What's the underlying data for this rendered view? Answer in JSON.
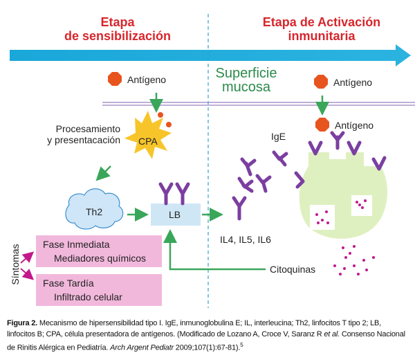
{
  "stages": {
    "left": [
      "Etapa",
      "de sensibilización"
    ],
    "right": [
      "Etapa de Activación",
      "inmunitaria"
    ]
  },
  "surface": [
    "Superficie",
    "mucosa"
  ],
  "antigen_label": "Antígeno",
  "processing_label": [
    "Procesamiento",
    "y presentacación"
  ],
  "cpa_label": "CPA",
  "th2_label": "Th2",
  "lb_label": "LB",
  "ige_label": "IgE",
  "interleukins_label": "IL4, IL5, IL6",
  "cytokines_label": "Citoquinas",
  "symptoms_label": "Síntomas",
  "phase_immediate": [
    "Fase Inmediata",
    "Mediadores químicos"
  ],
  "phase_late": [
    "Fase Tardía",
    "Infiltrado celular"
  ],
  "caption": {
    "figure": "Figura 2.",
    "text1": " Mecanismo de hipersensibilidad tipo I. IgE, inmunoglobulina E; IL, interleucina; Th2, linfocitos T tipo 2; LB, linfocitos B; CPA, célula presentadora de antígenos. (Modificado de Lozano A, Croce V, Saranz R ",
    "etal": "et al.",
    "text2": " Consenso Nacional de Rinitis Alérgica en Pediatría. ",
    "journal": "Arch Argent Pediatr",
    "text3": " 2009;107(1):67-81).",
    "ref": "5"
  },
  "colors": {
    "red": "#d8262c",
    "green": "#3aa65a",
    "purple": "#7b3fa0",
    "magenta": "#c2188b",
    "antigen": "#e8541e",
    "cell": "#dff0c0",
    "pink_box": "#f2b8dc",
    "lb_box": "#cfe6f5",
    "cloud": "#cfe6f8"
  }
}
